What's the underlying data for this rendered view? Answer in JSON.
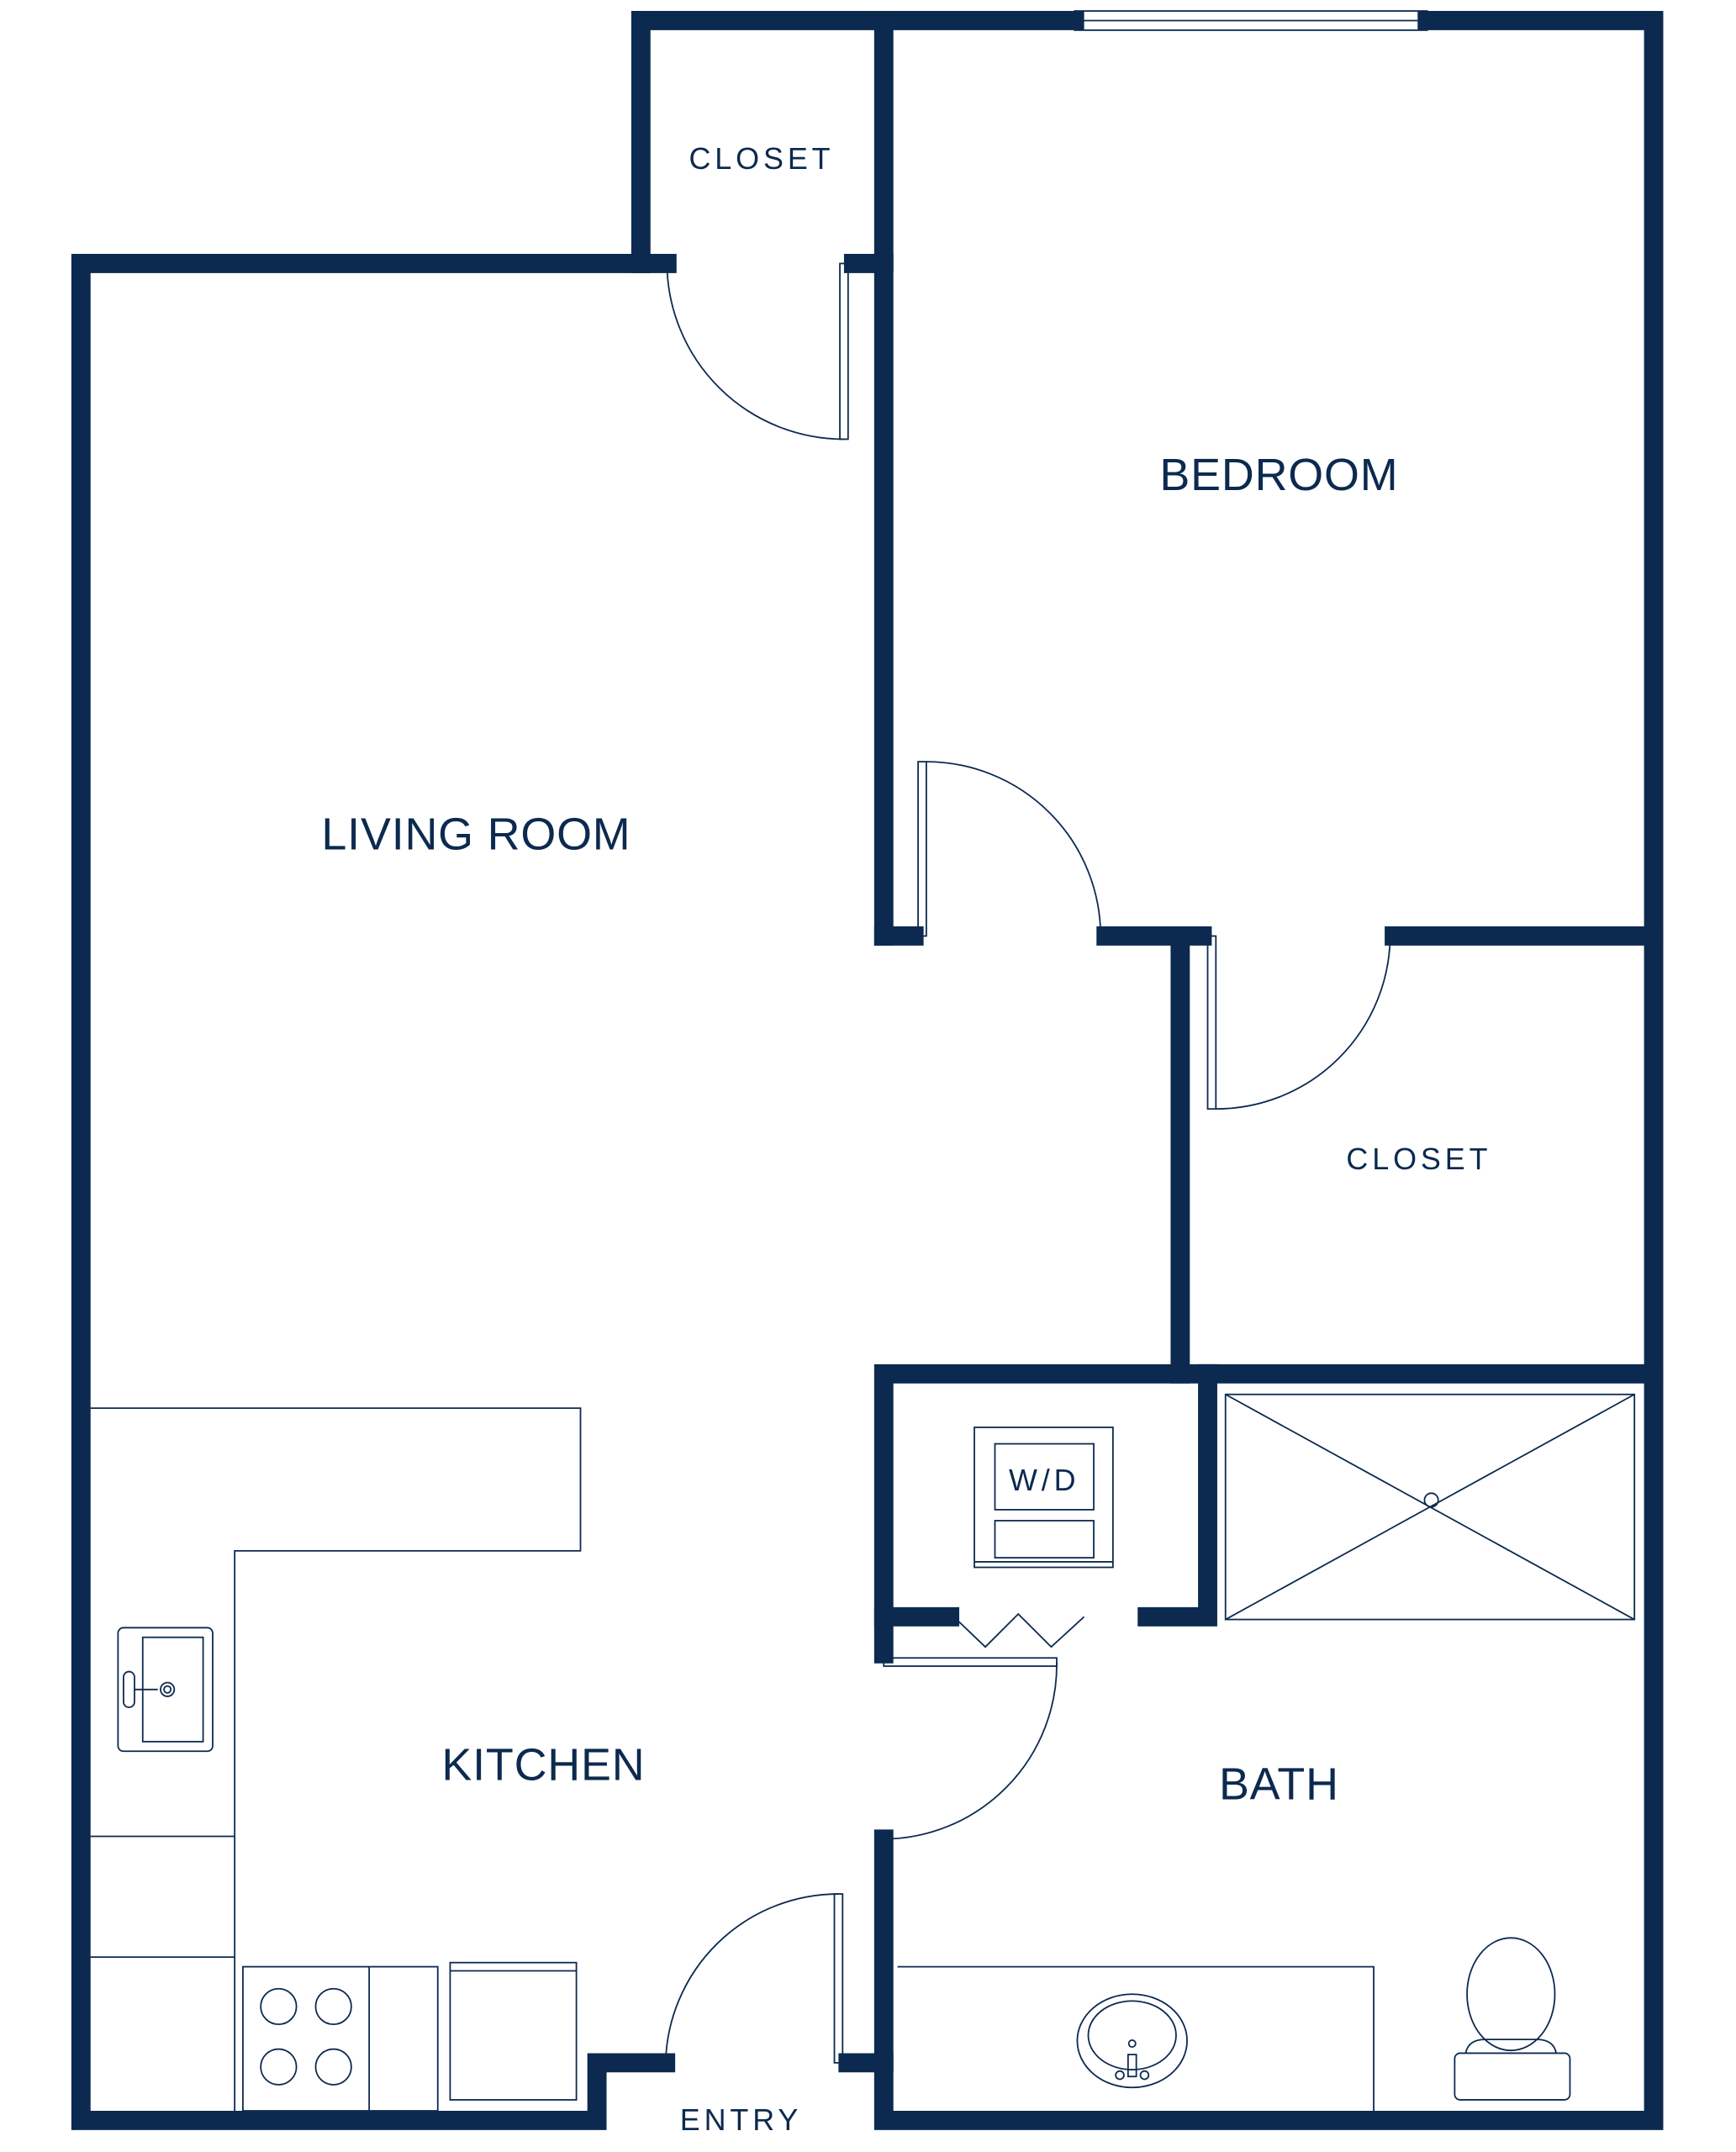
{
  "colors": {
    "wall": "#0c2a4f",
    "background": "#ffffff"
  },
  "rooms": {
    "closet_top": "CLOSET",
    "bedroom": "BEDROOM",
    "living_room": "LIVING ROOM",
    "closet_right": "CLOSET",
    "washer_dryer": "W/D",
    "kitchen": "KITCHEN",
    "bath": "BATH",
    "entry": "ENTRY"
  }
}
